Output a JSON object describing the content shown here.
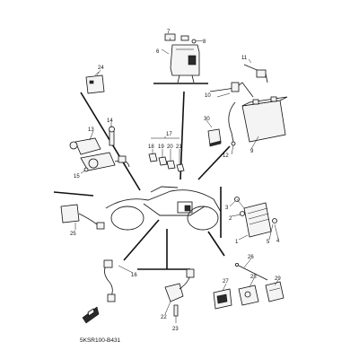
{
  "diagram": {
    "code": "5KSR100-B431",
    "callouts": {
      "p1": "1",
      "p2": "2",
      "p3": "3",
      "p4": "4",
      "p5": "5",
      "p6": "6",
      "p7": "7",
      "p8": "8",
      "p9": "9",
      "p10": "10",
      "p11": "11",
      "p12": "12",
      "p13": "13",
      "p14": "14",
      "p15": "15",
      "p16": "16",
      "p17": "17",
      "p18": "18",
      "p19": "19",
      "p20": "20",
      "p21": "21",
      "p22": "22",
      "p23": "23",
      "p24": "24",
      "p25": "25",
      "p26": "26",
      "p27": "27",
      "p28": "28",
      "p29": "29",
      "p30": "30"
    }
  }
}
